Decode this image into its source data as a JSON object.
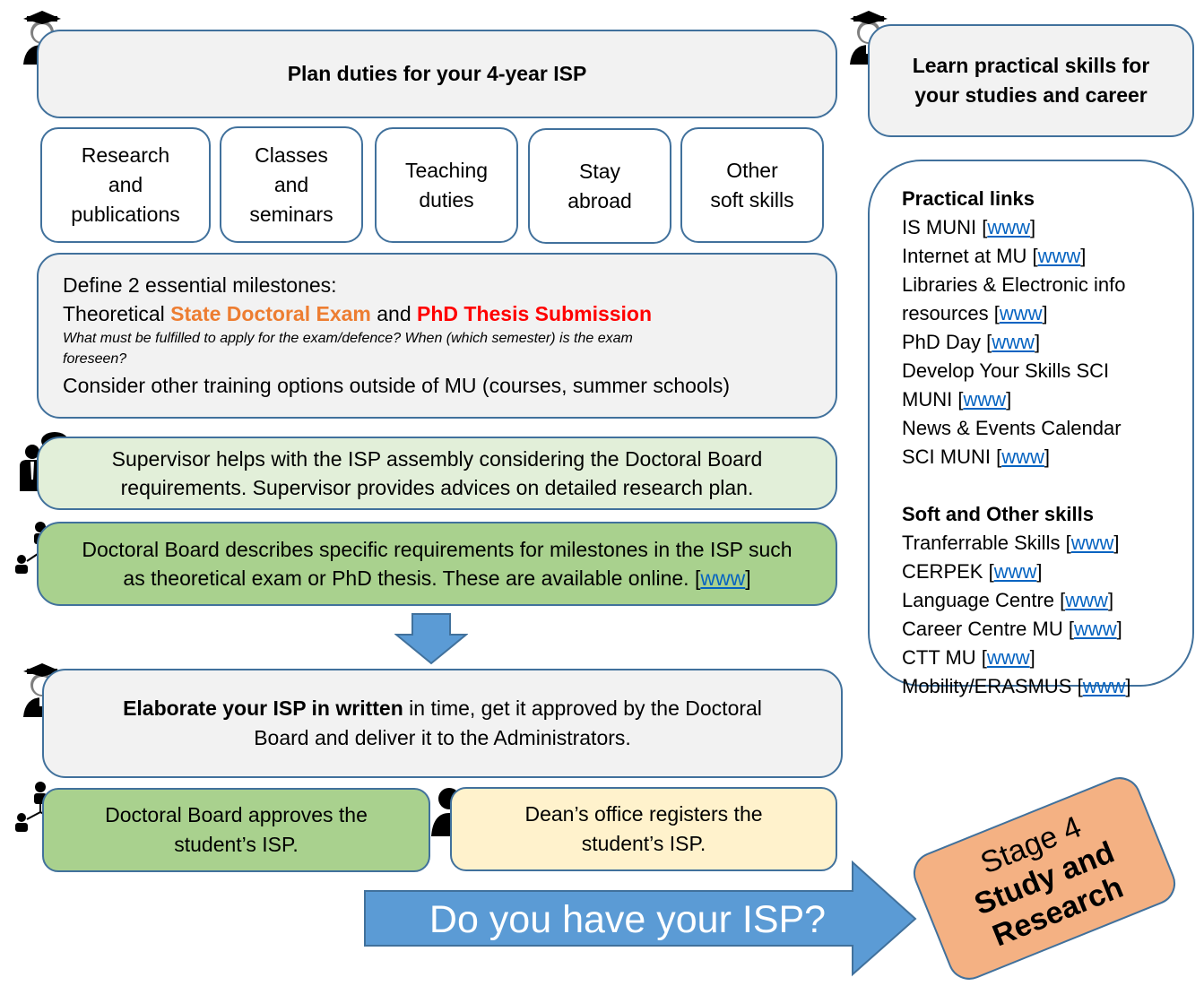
{
  "plan": {
    "title": "Plan duties for your 4-year ISP"
  },
  "learn": {
    "title_line1": "Learn practical skills for",
    "title_line2": "your studies and career"
  },
  "duties": [
    {
      "lines": [
        "Research",
        "and",
        "publications"
      ]
    },
    {
      "lines": [
        "Classes",
        "and",
        "seminars"
      ]
    },
    {
      "lines": [
        "Teaching",
        "duties"
      ]
    },
    {
      "lines": [
        "Stay",
        "abroad"
      ]
    },
    {
      "lines": [
        "Other",
        "soft skills"
      ]
    }
  ],
  "milestones": {
    "line1": "Define 2 essential milestones:",
    "prefix": "Theoretical",
    "exam": "State Doctoral Exam",
    "and": "and",
    "thesis": "PhD Thesis Submission",
    "italic_line1": "What must be fulfilled to apply for the exam/defence? When (which semester) is the exam",
    "italic_line2": "foreseen?",
    "line4": "Consider other training options outside of MU (courses, summer schools)"
  },
  "supervisor": {
    "line1": "Supervisor helps with the ISP assembly considering the Doctoral Board",
    "line2": "requirements. Supervisor provides advices on detailed research plan."
  },
  "board": {
    "line1": "Doctoral Board describes specific requirements for milestones in the ISP such",
    "line2": "as theoretical exam or PhD thesis. These are available online. [",
    "link": "www",
    "close": "]"
  },
  "elaborate": {
    "bold": "Elaborate your ISP in written",
    "rest": " in time, get it approved by the Doctoral",
    "line2": "Board and deliver it to the Administrators."
  },
  "approves": {
    "line1": "Doctoral Board approves the",
    "line2": "student’s ISP."
  },
  "dean": {
    "line1": "Dean’s office registers the",
    "line2": "student’s ISP."
  },
  "arrow_text": "Do you have your ISP?",
  "stage": {
    "line1": "Stage 4",
    "line2": "Study and",
    "line3": "Research"
  },
  "links_panel": {
    "practical_heading": "Practical links",
    "soft_heading": "Soft and Other skills",
    "link_text": "www",
    "practical": [
      {
        "pre": "IS MUNI [",
        "post": "]"
      },
      {
        "pre": "Internet at MU [",
        "post": "]"
      },
      {
        "text": "Libraries & Electronic info"
      },
      {
        "pre": "resources [",
        "post": "]"
      },
      {
        "pre": "PhD Day [",
        "post": "]"
      },
      {
        "text": "Develop Your Skills SCI"
      },
      {
        "pre": "MUNI [",
        "post": "]"
      },
      {
        "text": "News & Events Calendar"
      },
      {
        "pre": "SCI MUNI [",
        "post": "]"
      }
    ],
    "soft": [
      {
        "pre": "Tranferrable Skills [",
        "post": "]"
      },
      {
        "pre": "CERPEK [",
        "post": "]"
      },
      {
        "pre": "Language Centre [",
        "post": "]"
      },
      {
        "pre": "Career Centre MU [",
        "post": "]"
      },
      {
        "pre": "CTT MU  [",
        "post": "]"
      },
      {
        "pre": "Mobility/ERASMUS [",
        "post": "]"
      }
    ]
  },
  "colors": {
    "border": "#41719c",
    "grey_fill": "#f2f2f2",
    "light_green": "#e2efd9",
    "green": "#a9d18e",
    "yellow": "#fff2cc",
    "arrow": "#5b9bd5",
    "stage": "#f4b183",
    "exam": "#ed7d31",
    "thesis": "#ff0000",
    "link": "#0563c1"
  }
}
